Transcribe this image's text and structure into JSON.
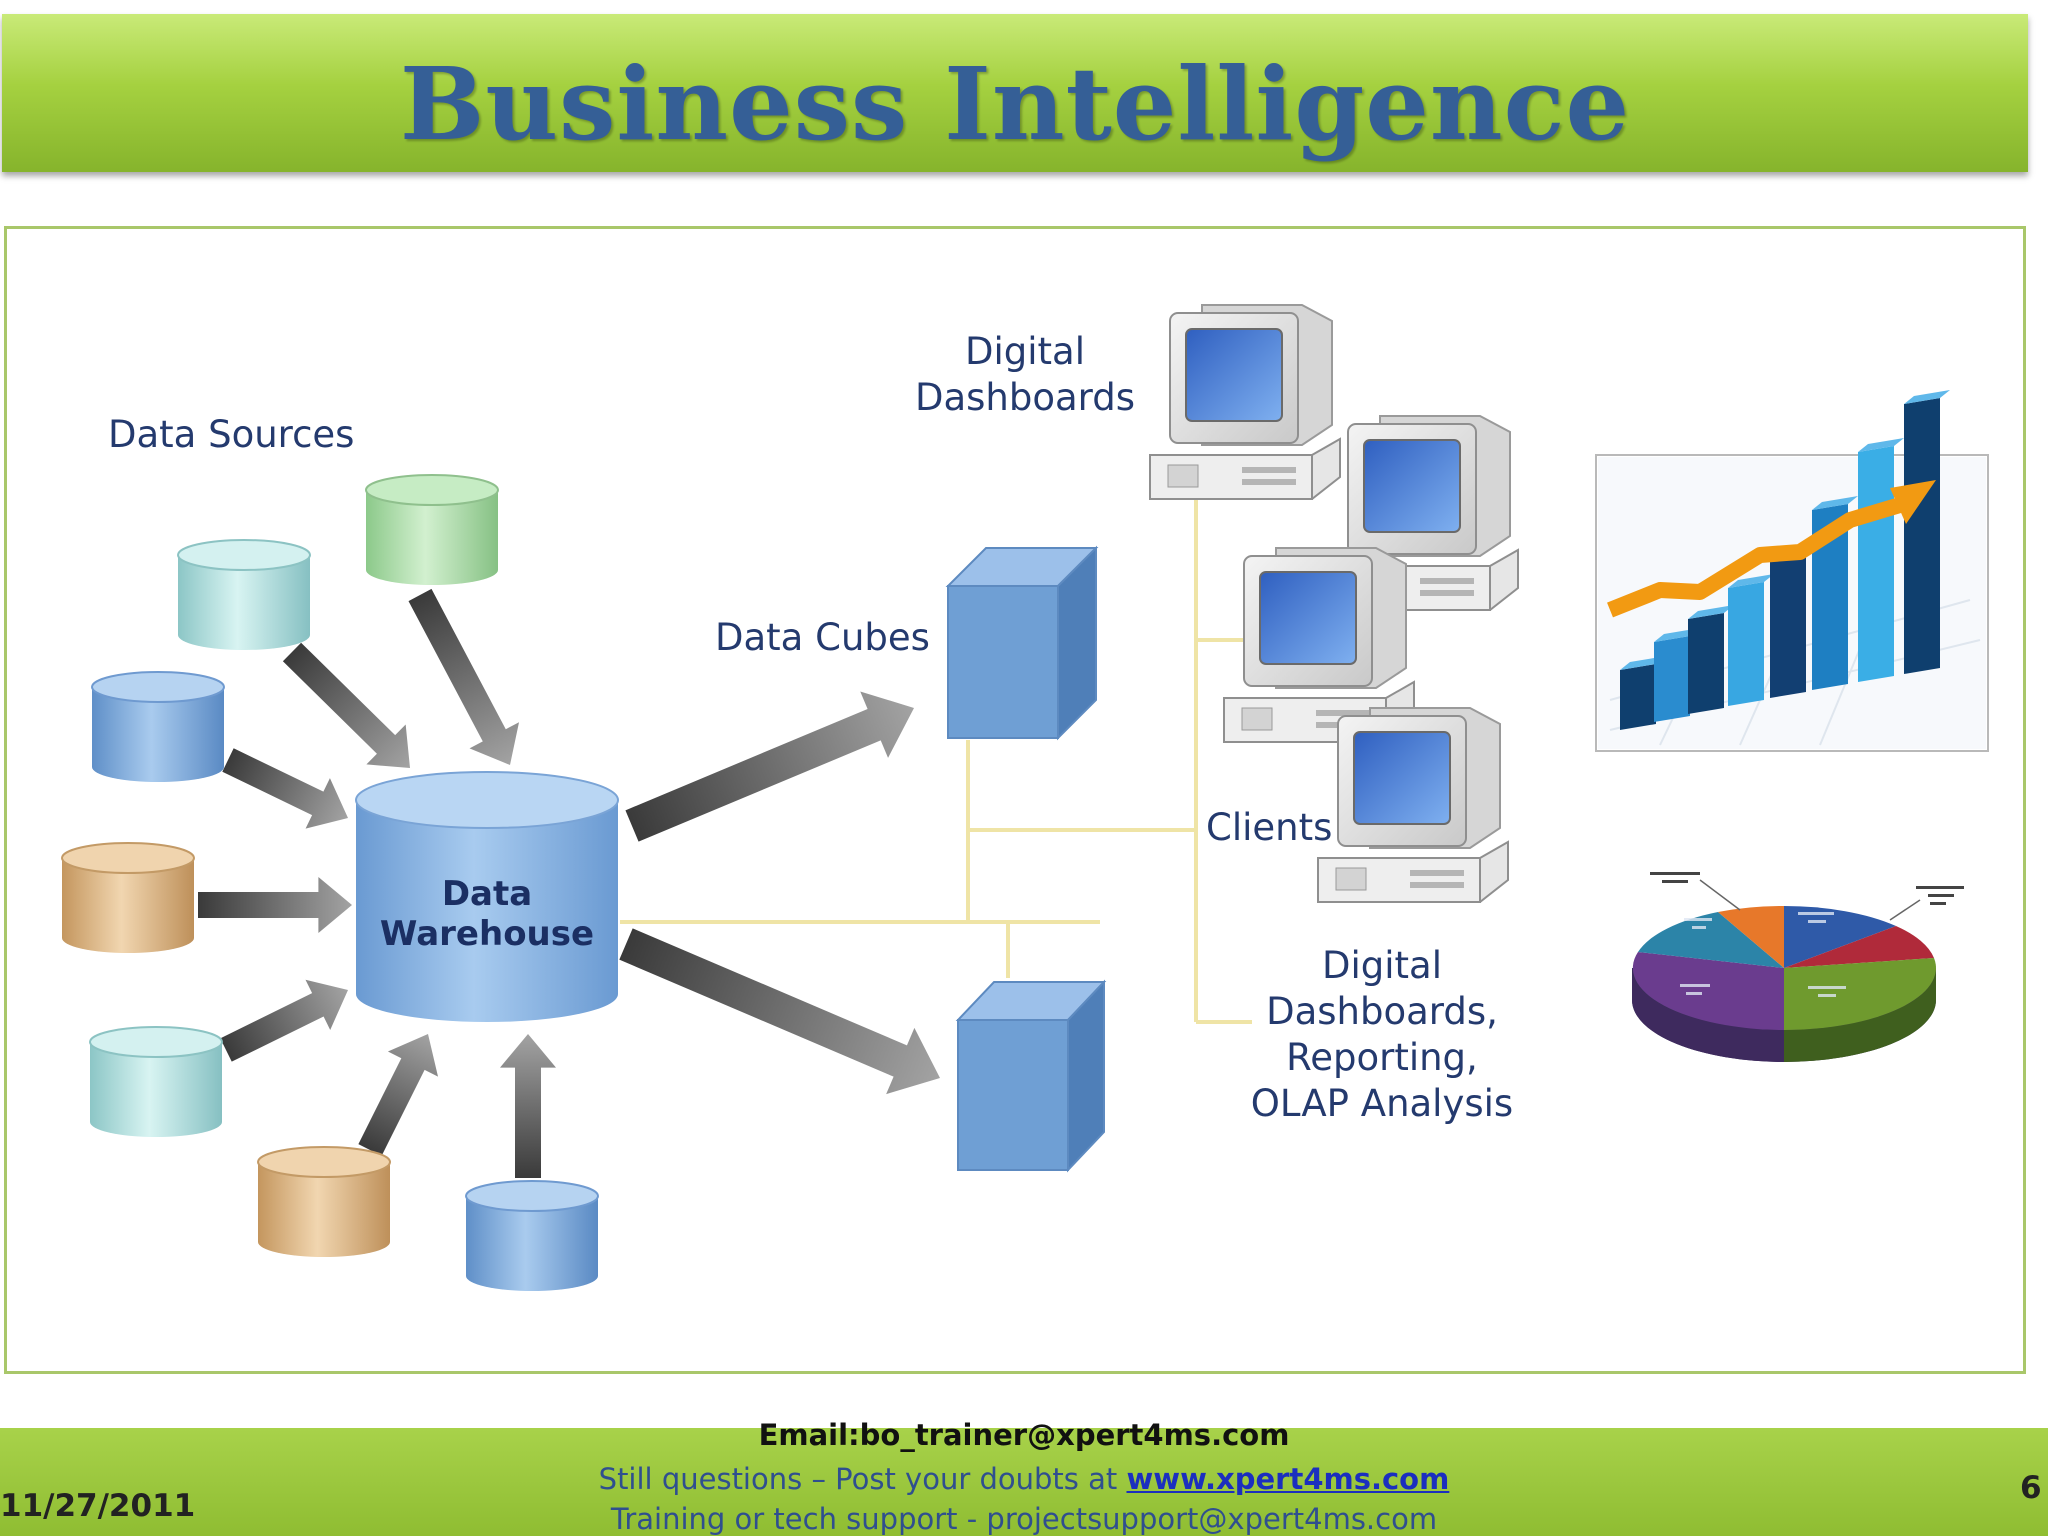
{
  "title": "Business Intelligence",
  "diagram": {
    "data_sources_label": "Data Sources",
    "warehouse_label_line1": "Data",
    "warehouse_label_line2": "Warehouse",
    "data_cubes_label": "Data Cubes",
    "clients_label": "Clients",
    "dashboards_top_line1": "Digital",
    "dashboards_top_line2": "Dashboards",
    "dashboards_bottom_line1": "Digital",
    "dashboards_bottom_line2": "Dashboards,",
    "dashboards_bottom_line3": "Reporting,",
    "dashboards_bottom_line4": "OLAP Analysis",
    "colors": {
      "cylinder_blue": "#6fa0d6",
      "cylinder_teal": "#a9dcdc",
      "cylinder_green": "#a7d9a4",
      "cylinder_tan": "#d8b283",
      "cube_blue": "#6f9fd4",
      "connector_line": "#f0e6a8"
    }
  },
  "footer": {
    "email": "Email:bo_trainer@xpert4ms.com",
    "question_prefix": "Still questions – Post your doubts at ",
    "question_link": "www.xpert4ms.com",
    "support": "Training or tech support - projectsupport@xpert4ms.com",
    "date": "11/27/2011",
    "page_number": "6"
  }
}
